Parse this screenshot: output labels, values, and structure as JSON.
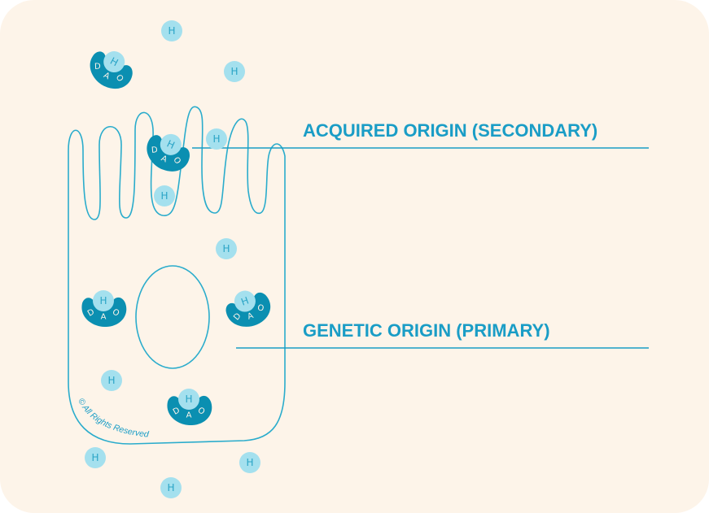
{
  "labels": {
    "acquired": "ACQUIRED ORIGIN (SECONDARY)",
    "genetic": "GENETIC ORIGIN (PRIMARY)"
  },
  "histamine_letter": "H",
  "dao_letters": [
    "D",
    "A",
    "O"
  ],
  "copyright": "© All Rights Reserved",
  "colors": {
    "background": "#fdf4e9",
    "outline": "#2aaccc",
    "label": "#1a9dc6",
    "dao": "#0b8fb1",
    "histamine_fill": "#a4e0ee",
    "histamine_text": "#2aa4c6"
  }
}
